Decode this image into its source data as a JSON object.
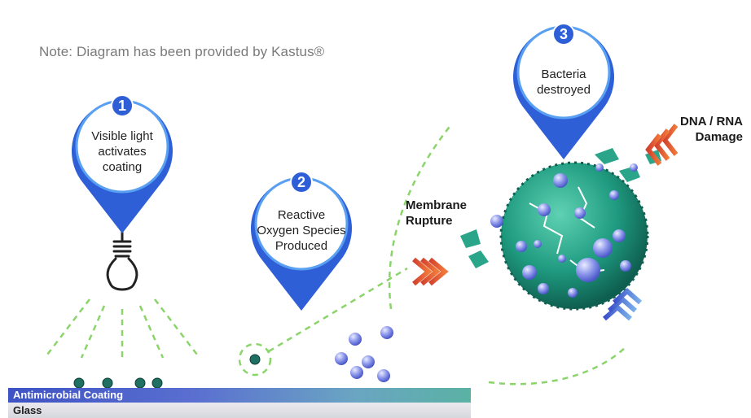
{
  "note": "Note: Diagram  has been provided by Kastus®",
  "steps": [
    {
      "number": "1",
      "text": "Visible light\nactivates\ncoating"
    },
    {
      "number": "2",
      "text": "Reactive\nOxygen Species\nProduced"
    },
    {
      "number": "3",
      "text": "Bacteria\ndestroyed"
    }
  ],
  "labels": {
    "membrane": "Membrane\nRupture",
    "dna": "DNA / RNA\nDamage"
  },
  "layers": {
    "coating": "Antimicrobial Coating",
    "glass": "Glass"
  },
  "colors": {
    "pin_blue": "#2f5fd6",
    "pin_light": "#5aa0f2",
    "dashed": "#8ad46a",
    "bacteria": "#2aa58a",
    "ros": "#7c8be6"
  },
  "icons": [
    "light-bulb-icon",
    "chevron-arrow-icon"
  ]
}
